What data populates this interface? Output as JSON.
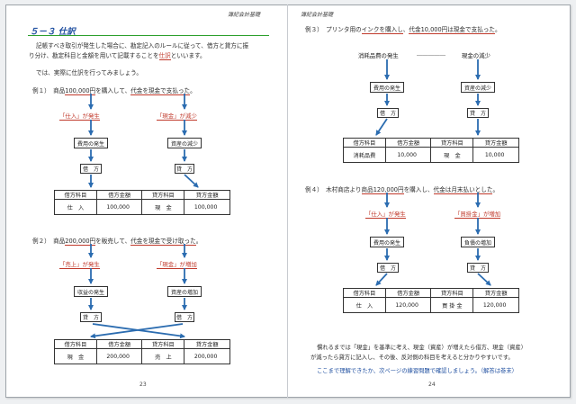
{
  "header": {
    "left": "簿記会計基礎",
    "right": "簿記会計基礎"
  },
  "section": {
    "title": "５－３ 仕訳"
  },
  "intro": {
    "line1": "記帳すべき取引が発生した場合に、勘定記入のルールに従って、借方と貸方に振",
    "line2a": "り分け、勘定科目と金額を用いて記載することを",
    "line2b": "仕訳",
    "line2c": "といいます。",
    "line3": "では、実際に仕訳を行ってみましょう。"
  },
  "ex1": {
    "prefix": "例１）",
    "text_a": "商品",
    "text_b": "100,000円",
    "text_c": "を購入して、",
    "text_d": "代金を現金で支払った",
    "text_e": "。",
    "left_label": "「仕入」が発生",
    "left_box": "費用の発生",
    "left_side": "借　方",
    "right_label": "「現金」が減少",
    "right_box": "資産の減少",
    "right_side": "貸　方",
    "table": {
      "headers": [
        "借方科目",
        "借方金額",
        "貸方科目",
        "貸方金額"
      ],
      "row": [
        "仕　入",
        "100,000",
        "現　金",
        "100,000"
      ]
    }
  },
  "ex2": {
    "prefix": "例２）",
    "text_a": "商品",
    "text_b": "200,000円",
    "text_c": "を販売して、",
    "text_d": "代金を現金で受け取った",
    "text_e": "。",
    "left_label": "「売上」が発生",
    "left_box": "収益の発生",
    "left_side": "貸　方",
    "right_label": "「現金」が増加",
    "right_box": "資産の増加",
    "right_side": "借　方",
    "table": {
      "headers": [
        "借方科目",
        "借方金額",
        "貸方科目",
        "貸方金額"
      ],
      "row": [
        "現　金",
        "200,000",
        "売　上",
        "200,000"
      ]
    }
  },
  "ex3": {
    "prefix": "例３）",
    "text_a": "プリンタ用の",
    "text_b": "インクを購入し",
    "text_c": "、",
    "text_d": "代金",
    "text_e": "10,000円",
    "text_f": "は現金で支払った",
    "text_g": "。",
    "left_head": "消耗品費の発生",
    "dash": "―――――",
    "right_head": "現金の減少",
    "left_box": "費用の発生",
    "left_side": "借　方",
    "right_box": "資産の減少",
    "right_side": "貸　方",
    "table": {
      "headers": [
        "借方科目",
        "借方金額",
        "貸方科目",
        "貸方金額"
      ],
      "row": [
        "消耗品費",
        "10,000",
        "現　金",
        "10,000"
      ]
    }
  },
  "ex4": {
    "prefix": "例４）",
    "text_a": "木村商店より",
    "text_b": "商品",
    "text_c": "120,000円",
    "text_d": "を購入し、",
    "text_e": "代金は月末払いとした",
    "text_f": "。",
    "left_label": "「仕入」が発生",
    "left_box": "費用の発生",
    "left_side": "借　方",
    "right_label": "「買掛金」が増加",
    "right_box": "負債の増加",
    "right_side": "貸　方",
    "table": {
      "headers": [
        "借方科目",
        "借方金額",
        "貸方科目",
        "貸方金額"
      ],
      "row": [
        "仕　入",
        "120,000",
        "買 掛 金",
        "120,000"
      ]
    }
  },
  "closing": {
    "line1": "慣れるまでは「現金」を基準に考え、現金（資産）が増えたら借方、現金（資産）",
    "line2": "が減ったら貸方に記入し、その後、反対側の科目を考えると分かりやすいです。",
    "line3": "ここまで理解できたか、次ページの練習問題で確認しましょう。（解答は巻末）"
  },
  "pages": {
    "left": "23",
    "right": "24"
  },
  "colors": {
    "heading": "#1f4fa0",
    "accent_red": "#c0392b",
    "rule_green": "#2ca02c",
    "arrow_blue": "#2b6cb0"
  }
}
